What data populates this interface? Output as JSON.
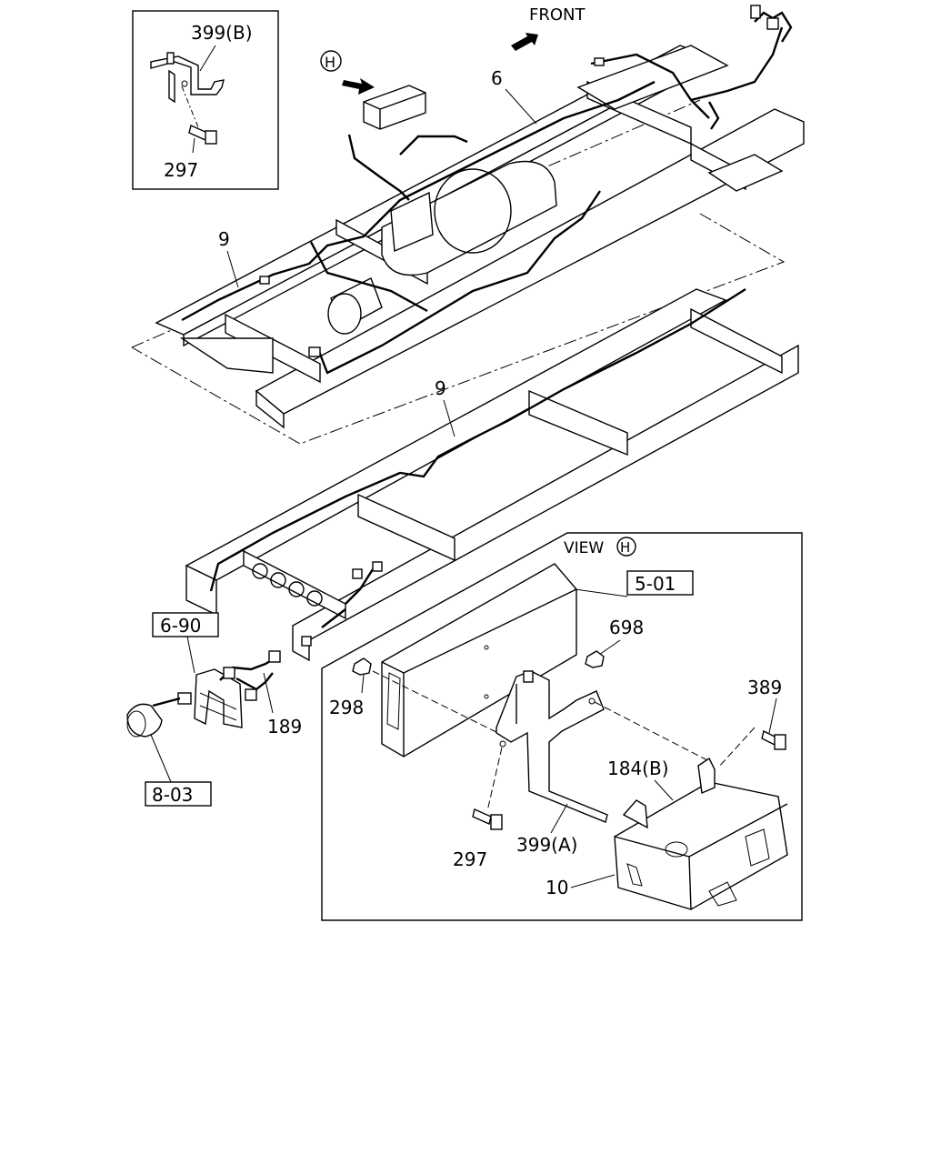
{
  "direction_label": "FRONT",
  "view_marker": "H",
  "view_title": "VIEW",
  "inset": {
    "part_label": "399(B)",
    "bolt_label": "297"
  },
  "callouts": {
    "harness_main": "6",
    "harness_upper": "9",
    "harness_lower": "9",
    "harness_189": "189"
  },
  "ref_boxes": {
    "r690": "6-90",
    "r803": "8-03",
    "r501": "5-01"
  },
  "view_h": {
    "nut_698": "698",
    "nut_298": "298",
    "bolt_389": "389",
    "bracket_184b": "184(B)",
    "bolt_297": "297",
    "bracket_399a": "399(A)",
    "fuse_box_10": "10"
  }
}
